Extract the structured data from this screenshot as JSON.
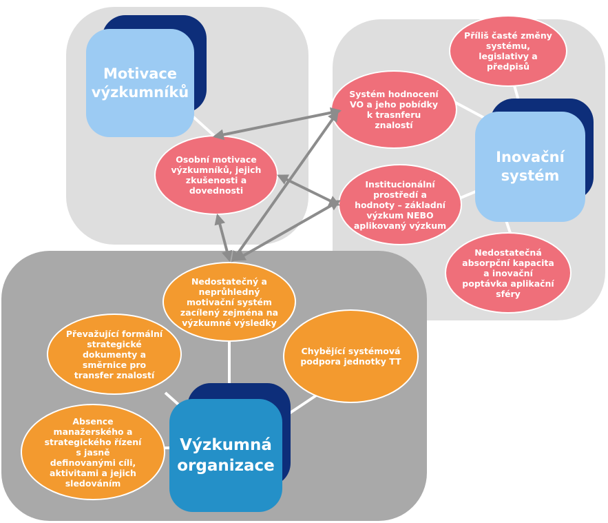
{
  "colors": {
    "panel_light": "#dedede",
    "panel_dark": "#a9a9a9",
    "hub_light": "#9ccbf3",
    "hub_dark": "#2490c8",
    "hub_shadow": "#0d2e7a",
    "node_pink": "#ef6f7a",
    "node_orange": "#f39a2f",
    "arrow": "#8c8c8c",
    "connector": "#ffffff"
  },
  "hubs": {
    "motivation": "Motivace\nvýzkumníků",
    "innovation": "Inovační\nsystém",
    "organization": "Výzkumná\norganizace"
  },
  "nodes": {
    "personal_motivation": "Osobní motivace\nvýzkumníků, jejich\nzkušenosti a\ndovednosti",
    "frequent_changes": "Příliš časté změny\nsystému,\nlegislativy a\npředpisů",
    "evaluation_system": "Systém hodnocení\nVO a jeho pobídky\nk trasnferu\nznalostí",
    "institutional_environment": "Institucionální\nprostředí a\nhodnoty – základní\nvýzkum NEBO\naplikovaný výzkum",
    "absorption_capacity": "Nedostatečná\nabsorpční kapacita\na inovační\npoptávka aplikační\nsféry",
    "motivation_system": "Nedostatečný a\nneprůhledný\nmotivační systém\nzacílený zejména na\nvýzkumné výsledky",
    "formal_documents": "Převažující formální\nstrategické\ndokumenty a\nsměrnice pro\ntransfer znalostí",
    "tt_support": "Chybějící systémová\npodpora jednotky TT",
    "management": "Absence\nmanažerského a\nstrategického řízení\ns jasně\ndefinovanými cíli,\naktivitami a jejich\nsledováním"
  }
}
